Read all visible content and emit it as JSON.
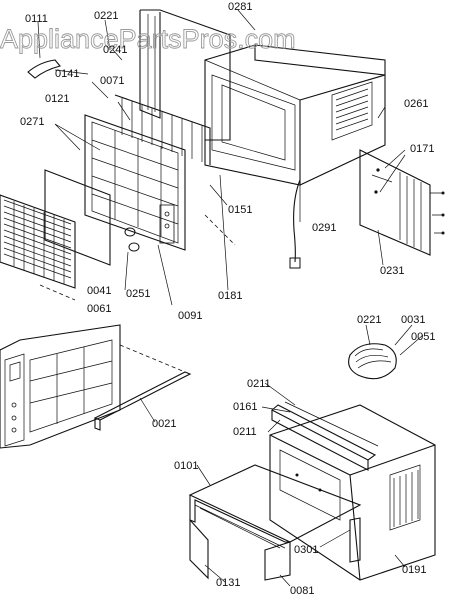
{
  "watermark": "AppliancePartsPros.com",
  "parts": [
    {
      "id": "part-0111",
      "label": "0111"
    },
    {
      "id": "part-0221-top",
      "label": "0221"
    },
    {
      "id": "part-0281",
      "label": "0281"
    },
    {
      "id": "part-0241",
      "label": "0241"
    },
    {
      "id": "part-0141",
      "label": "0141"
    },
    {
      "id": "part-0071",
      "label": "0071"
    },
    {
      "id": "part-0121",
      "label": "0121"
    },
    {
      "id": "part-0261",
      "label": "0261"
    },
    {
      "id": "part-0271",
      "label": "0271"
    },
    {
      "id": "part-0171",
      "label": "0171"
    },
    {
      "id": "part-0151",
      "label": "0151"
    },
    {
      "id": "part-0291",
      "label": "0291"
    },
    {
      "id": "part-0231",
      "label": "0231"
    },
    {
      "id": "part-0041",
      "label": "0041"
    },
    {
      "id": "part-0251",
      "label": "0251"
    },
    {
      "id": "part-0181",
      "label": "0181"
    },
    {
      "id": "part-0061",
      "label": "0061"
    },
    {
      "id": "part-0091",
      "label": "0091"
    },
    {
      "id": "part-0221-mid",
      "label": "0221"
    },
    {
      "id": "part-0031",
      "label": "0031"
    },
    {
      "id": "part-0051",
      "label": "0051"
    },
    {
      "id": "part-0211-a",
      "label": "0211"
    },
    {
      "id": "part-0161",
      "label": "0161"
    },
    {
      "id": "part-0211-b",
      "label": "0211"
    },
    {
      "id": "part-0021",
      "label": "0021"
    },
    {
      "id": "part-0101",
      "label": "0101"
    },
    {
      "id": "part-0301",
      "label": "0301"
    },
    {
      "id": "part-0131",
      "label": "0131"
    },
    {
      "id": "part-0081",
      "label": "0081"
    },
    {
      "id": "part-0191",
      "label": "0191"
    }
  ]
}
